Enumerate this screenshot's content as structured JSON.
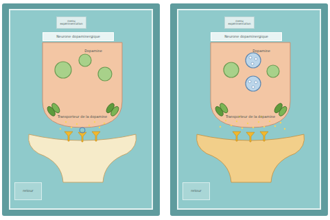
{
  "diagram": {
    "nodes": [
      {
        "text": [
          "menu expérimentation"
        ]
      },
      {
        "text": [
          "Neurone dopaminergique"
        ]
      },
      {
        "text": [
          "retour"
        ]
      },
      {
        "text": [
          "menu expérimentation"
        ]
      },
      {
        "text": [
          "Neurone dopaminergique"
        ]
      },
      {
        "text": [
          "retour"
        ]
      }
    ],
    "labels": [
      "Dopamine",
      "Transporteur de la dopamine",
      "Dopamine",
      "Transporteur de la dopamine"
    ]
  }
}
